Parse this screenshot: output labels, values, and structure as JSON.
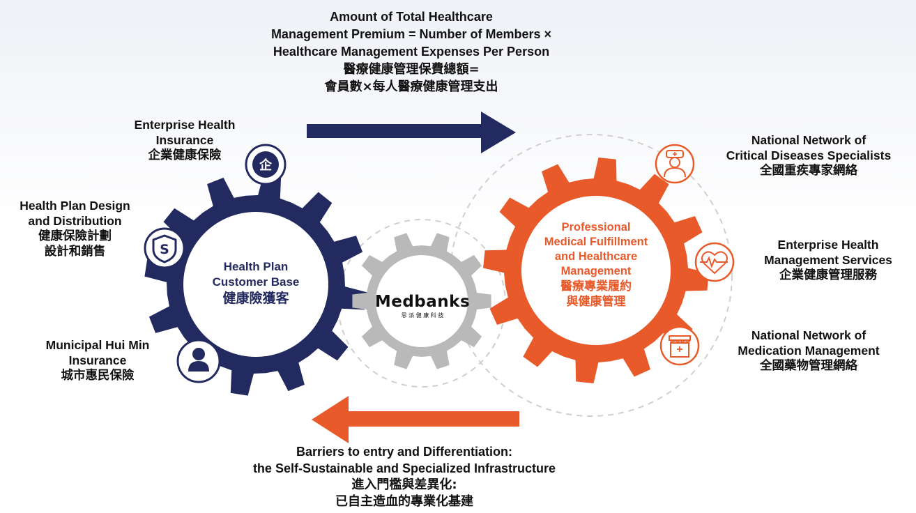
{
  "top_caption": {
    "en_line1": "Amount of Total Healthcare",
    "en_line2": "Management Premium = Number of Members ×",
    "en_line3": "Healthcare Management Expenses Per Person",
    "cn_line1": "醫療健康管理保費總額=",
    "cn_line2": "會員數×每人醫療健康管理支出"
  },
  "bottom_caption": {
    "en_line1": "Barriers to entry and Differentiation:",
    "en_line2": "the Self-Sustainable and Specialized Infrastructure",
    "cn_line1": "進入門檻與差異化:",
    "cn_line2": "已自主造血的專業化基建"
  },
  "left_gear": {
    "en_line1": "Health Plan",
    "en_line2": "Customer Base",
    "cn": "健康險獲客",
    "color": "#232a5f"
  },
  "center_gear": {
    "logo": "Medbanks",
    "logo_cn": "思 派 健 康 科 技",
    "color": "#b9b9b9"
  },
  "right_gear": {
    "en_line1": "Professional",
    "en_line2": "Medical Fulfillment",
    "en_line3": "and Healthcare",
    "en_line4": "Management",
    "cn_line1": "醫療專業履約",
    "cn_line2": "與健康管理",
    "color": "#e85a2a"
  },
  "left_items": [
    {
      "en_line1": "Enterprise Health",
      "en_line2": "Insurance",
      "cn_line1": "企業健康保險",
      "icon": "enterprise-badge-icon"
    },
    {
      "en_line1": "Health Plan Design",
      "en_line2": "and Distribution",
      "cn_line1": "健康保險計劃",
      "cn_line2": "設計和銷售",
      "icon": "shield-s-icon"
    },
    {
      "en_line1": "Municipal Hui Min",
      "en_line2": "Insurance",
      "cn_line1": "城市惠民保險",
      "icon": "person-icon"
    }
  ],
  "right_items": [
    {
      "en_line1": "National Network of",
      "en_line2": "Critical Diseases Specialists",
      "cn_line1": "全國重疾專家網絡",
      "icon": "doctor-icon"
    },
    {
      "en_line1": "Enterprise Health",
      "en_line2": "Management Services",
      "cn_line1": "企業健康管理服務",
      "icon": "heart-pulse-icon"
    },
    {
      "en_line1": "National Network of",
      "en_line2": "Medication Management",
      "cn_line1": "全國藥物管理網絡",
      "icon": "pharmacy-icon"
    }
  ],
  "colors": {
    "navy": "#232a5f",
    "orange": "#e85a2a",
    "gray": "#b9b9b9"
  }
}
